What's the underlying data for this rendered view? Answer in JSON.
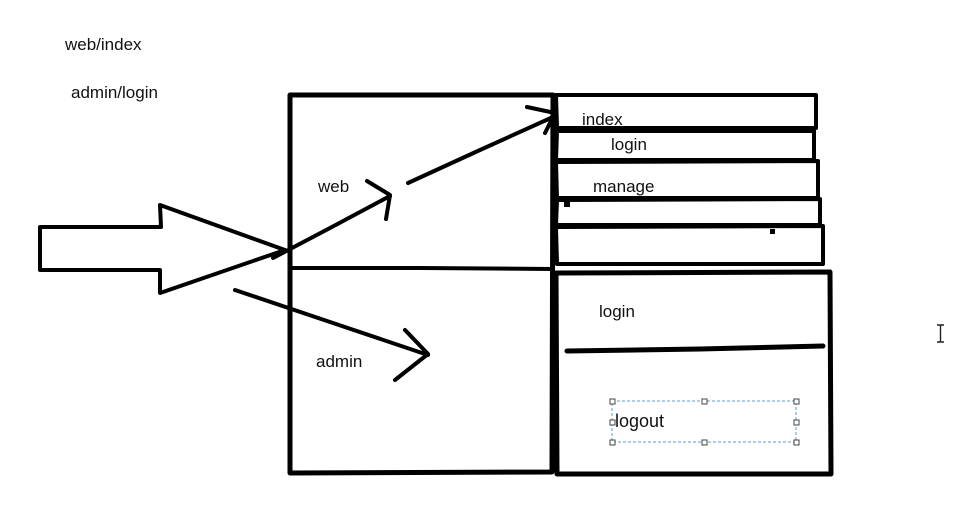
{
  "notes": {
    "line1": "web/index",
    "line2": "admin/login"
  },
  "diagram": {
    "left_box": {
      "top_label": "web",
      "bottom_label": "admin"
    },
    "web_stack": {
      "items": [
        {
          "label": "index"
        },
        {
          "label": "login"
        },
        {
          "label": "manage"
        }
      ]
    },
    "admin_panel": {
      "title": "login",
      "selected_text": "logout"
    }
  },
  "icons": {
    "cursor": "text-cursor-icon"
  },
  "colors": {
    "ink": "#000000",
    "selection": "#5b9bd5",
    "background": "#ffffff"
  }
}
